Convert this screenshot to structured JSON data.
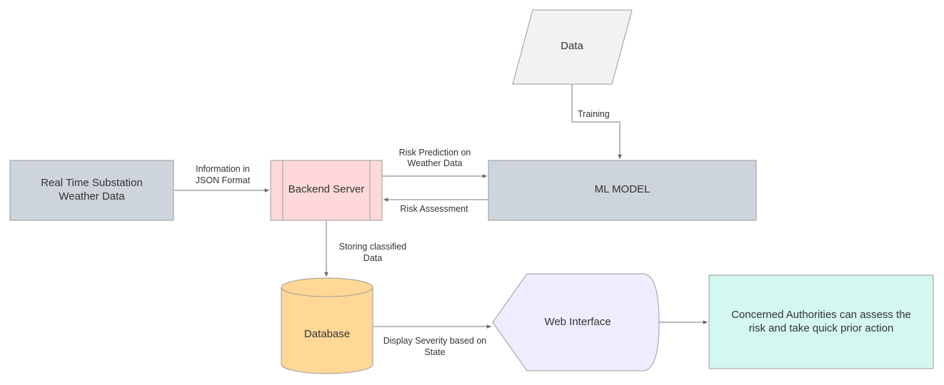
{
  "nodes": {
    "data": {
      "label": "Data"
    },
    "realtime": {
      "line1": "Real Time Substation",
      "line2": "Weather Data"
    },
    "backend": {
      "label": "Backend Server"
    },
    "ml_model": {
      "label": "ML MODEL"
    },
    "database": {
      "label": "Database"
    },
    "web_interface": {
      "label": "Web Interface"
    },
    "authorities": {
      "line1": "Concerned Authorities can assess the",
      "line2": "risk and take quick prior action"
    }
  },
  "edges": {
    "training": {
      "label": "Training"
    },
    "info_json": {
      "line1": "Information in",
      "line2": "JSON Format"
    },
    "risk_prediction": {
      "line1": "Risk Prediction on",
      "line2": "Weather Data"
    },
    "risk_assessment": {
      "label": "Risk Assessment"
    },
    "storing": {
      "line1": "Storing  classified",
      "line2": "Data"
    },
    "display": {
      "line1": "Display Severity based on",
      "line2": "State"
    }
  },
  "colors": {
    "data_fill": "#f2f2f2",
    "realtime_fill": "#ced4db",
    "backend_fill": "#ffd9d9",
    "ml_fill": "#ced4db",
    "database_fill": "#ffd796",
    "web_fill": "#ededff",
    "authorities_fill": "#d4f7f0",
    "stroke": "#999999"
  }
}
